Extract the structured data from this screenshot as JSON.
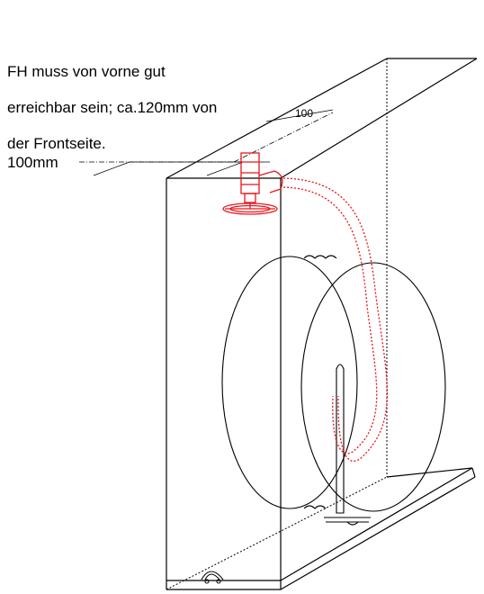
{
  "note": {
    "lines": [
      "FH muss von vorne gut",
      "erreichbar sein; ca.120mm von",
      "der Frontseite."
    ]
  },
  "dimensions": {
    "left_label": "100mm",
    "top_label": "100"
  },
  "colors": {
    "line": "#000000",
    "hose": "#e8141b"
  }
}
